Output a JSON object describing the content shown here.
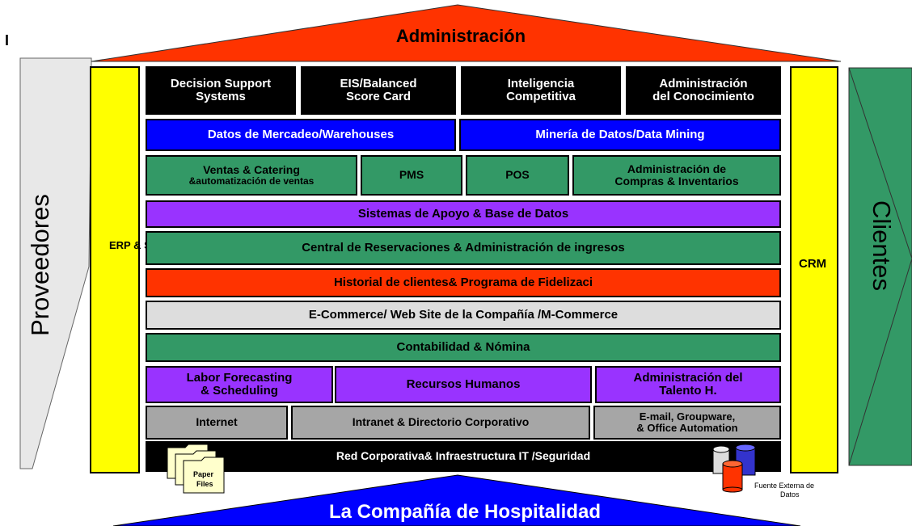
{
  "colors": {
    "roof": "#ff3300",
    "pillar": "#ffff00",
    "black": "#000000",
    "blue": "#0000ff",
    "green": "#339966",
    "purple": "#9933ff",
    "light_gray": "#dddddd",
    "gray": "#a6a6a6",
    "base": "#0000ff"
  },
  "corner_mark": "I",
  "roof": {
    "title": "Administración"
  },
  "left_arrow": {
    "label": "Proveedores"
  },
  "right_arrow": {
    "label": "Clientes"
  },
  "left_pillar": {
    "label": "ERP & SCM"
  },
  "right_pillar": {
    "label": "CRM"
  },
  "rows": {
    "row1": [
      {
        "line1": "Decision Support",
        "line2": "Systems"
      },
      {
        "line1": "EIS/Balanced",
        "line2": "Score Card"
      },
      {
        "line1": "Inteligencia",
        "line2": "Competitiva"
      },
      {
        "line1": "Administración",
        "line2": "del Conocimiento"
      }
    ],
    "row2": [
      "Datos de Mercadeo/Warehouses",
      "Minería de Datos/Data Mining"
    ],
    "row3": [
      {
        "line1": "Ventas & Catering",
        "line2": "&automatización de ventas"
      },
      {
        "line1": "PMS",
        "line2": ""
      },
      {
        "line1": "POS",
        "line2": ""
      },
      {
        "line1": "Administración de",
        "line2": "Compras & Inventarios"
      }
    ],
    "row4": "Sistemas de Apoyo  & Base de Datos",
    "row5": "Central de Reservaciones & Administración de ingresos",
    "row6": "Historial de clientes& Programa de Fidelizaci",
    "row7": "E-Commerce/ Web Site de la Compañía /M-Commerce",
    "row8": "Contabilidad & Nómina",
    "row9": [
      {
        "line1": "Labor Forecasting",
        "line2": "& Scheduling"
      },
      {
        "line1": "Recursos Humanos",
        "line2": ""
      },
      {
        "line1": "Administración del",
        "line2": "Talento H."
      }
    ],
    "row10": [
      {
        "line1": "Internet",
        "line2": ""
      },
      {
        "line1": "Intranet & Directorio Corporativo",
        "line2": ""
      },
      {
        "line1": "E-mail, Groupware,",
        "line2": "& Office Automation"
      }
    ],
    "row11": "Red Corporativa& Infraestructura IT /Seguridad"
  },
  "paper_files": {
    "line1": "Paper",
    "line2": "Files"
  },
  "external_data": {
    "line1": "Fuente  Externa de",
    "line2": "Datos"
  },
  "base": {
    "title": "La Compañía de Hospitalidad"
  }
}
